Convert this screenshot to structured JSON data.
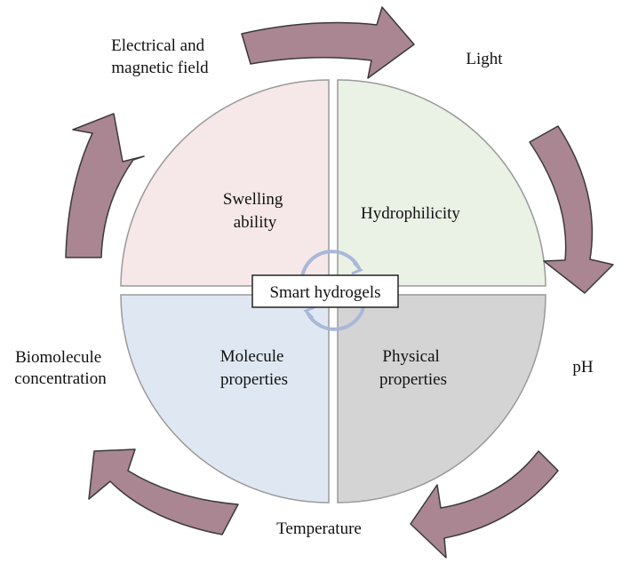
{
  "center_label": "Smart hydrogels",
  "quadrants": {
    "top_left": {
      "lines": [
        "Swelling",
        "ability"
      ],
      "color": "#f6e8e8"
    },
    "top_right": {
      "lines": [
        "Hydrophilicity"
      ],
      "color": "#e9f2e4"
    },
    "bottom_left": {
      "lines": [
        "Molecule",
        "properties"
      ],
      "color": "#dfe8f2"
    },
    "bottom_right": {
      "lines": [
        "Physical",
        "properties"
      ],
      "color": "#d4d4d4"
    }
  },
  "stimuli": {
    "electrical_magnetic": [
      "Electrical and",
      "magnetic field"
    ],
    "light": [
      "Light"
    ],
    "ph": [
      "pH"
    ],
    "temperature": [
      "Temperature"
    ],
    "biomolecule": [
      "Biomolecule",
      "concentration"
    ]
  },
  "colors": {
    "arrow_fill": "#aa8592",
    "arrow_stroke": "#3a3a3a",
    "circle_stroke": "#9a9a9a",
    "swirl": "#a9b7d8"
  }
}
